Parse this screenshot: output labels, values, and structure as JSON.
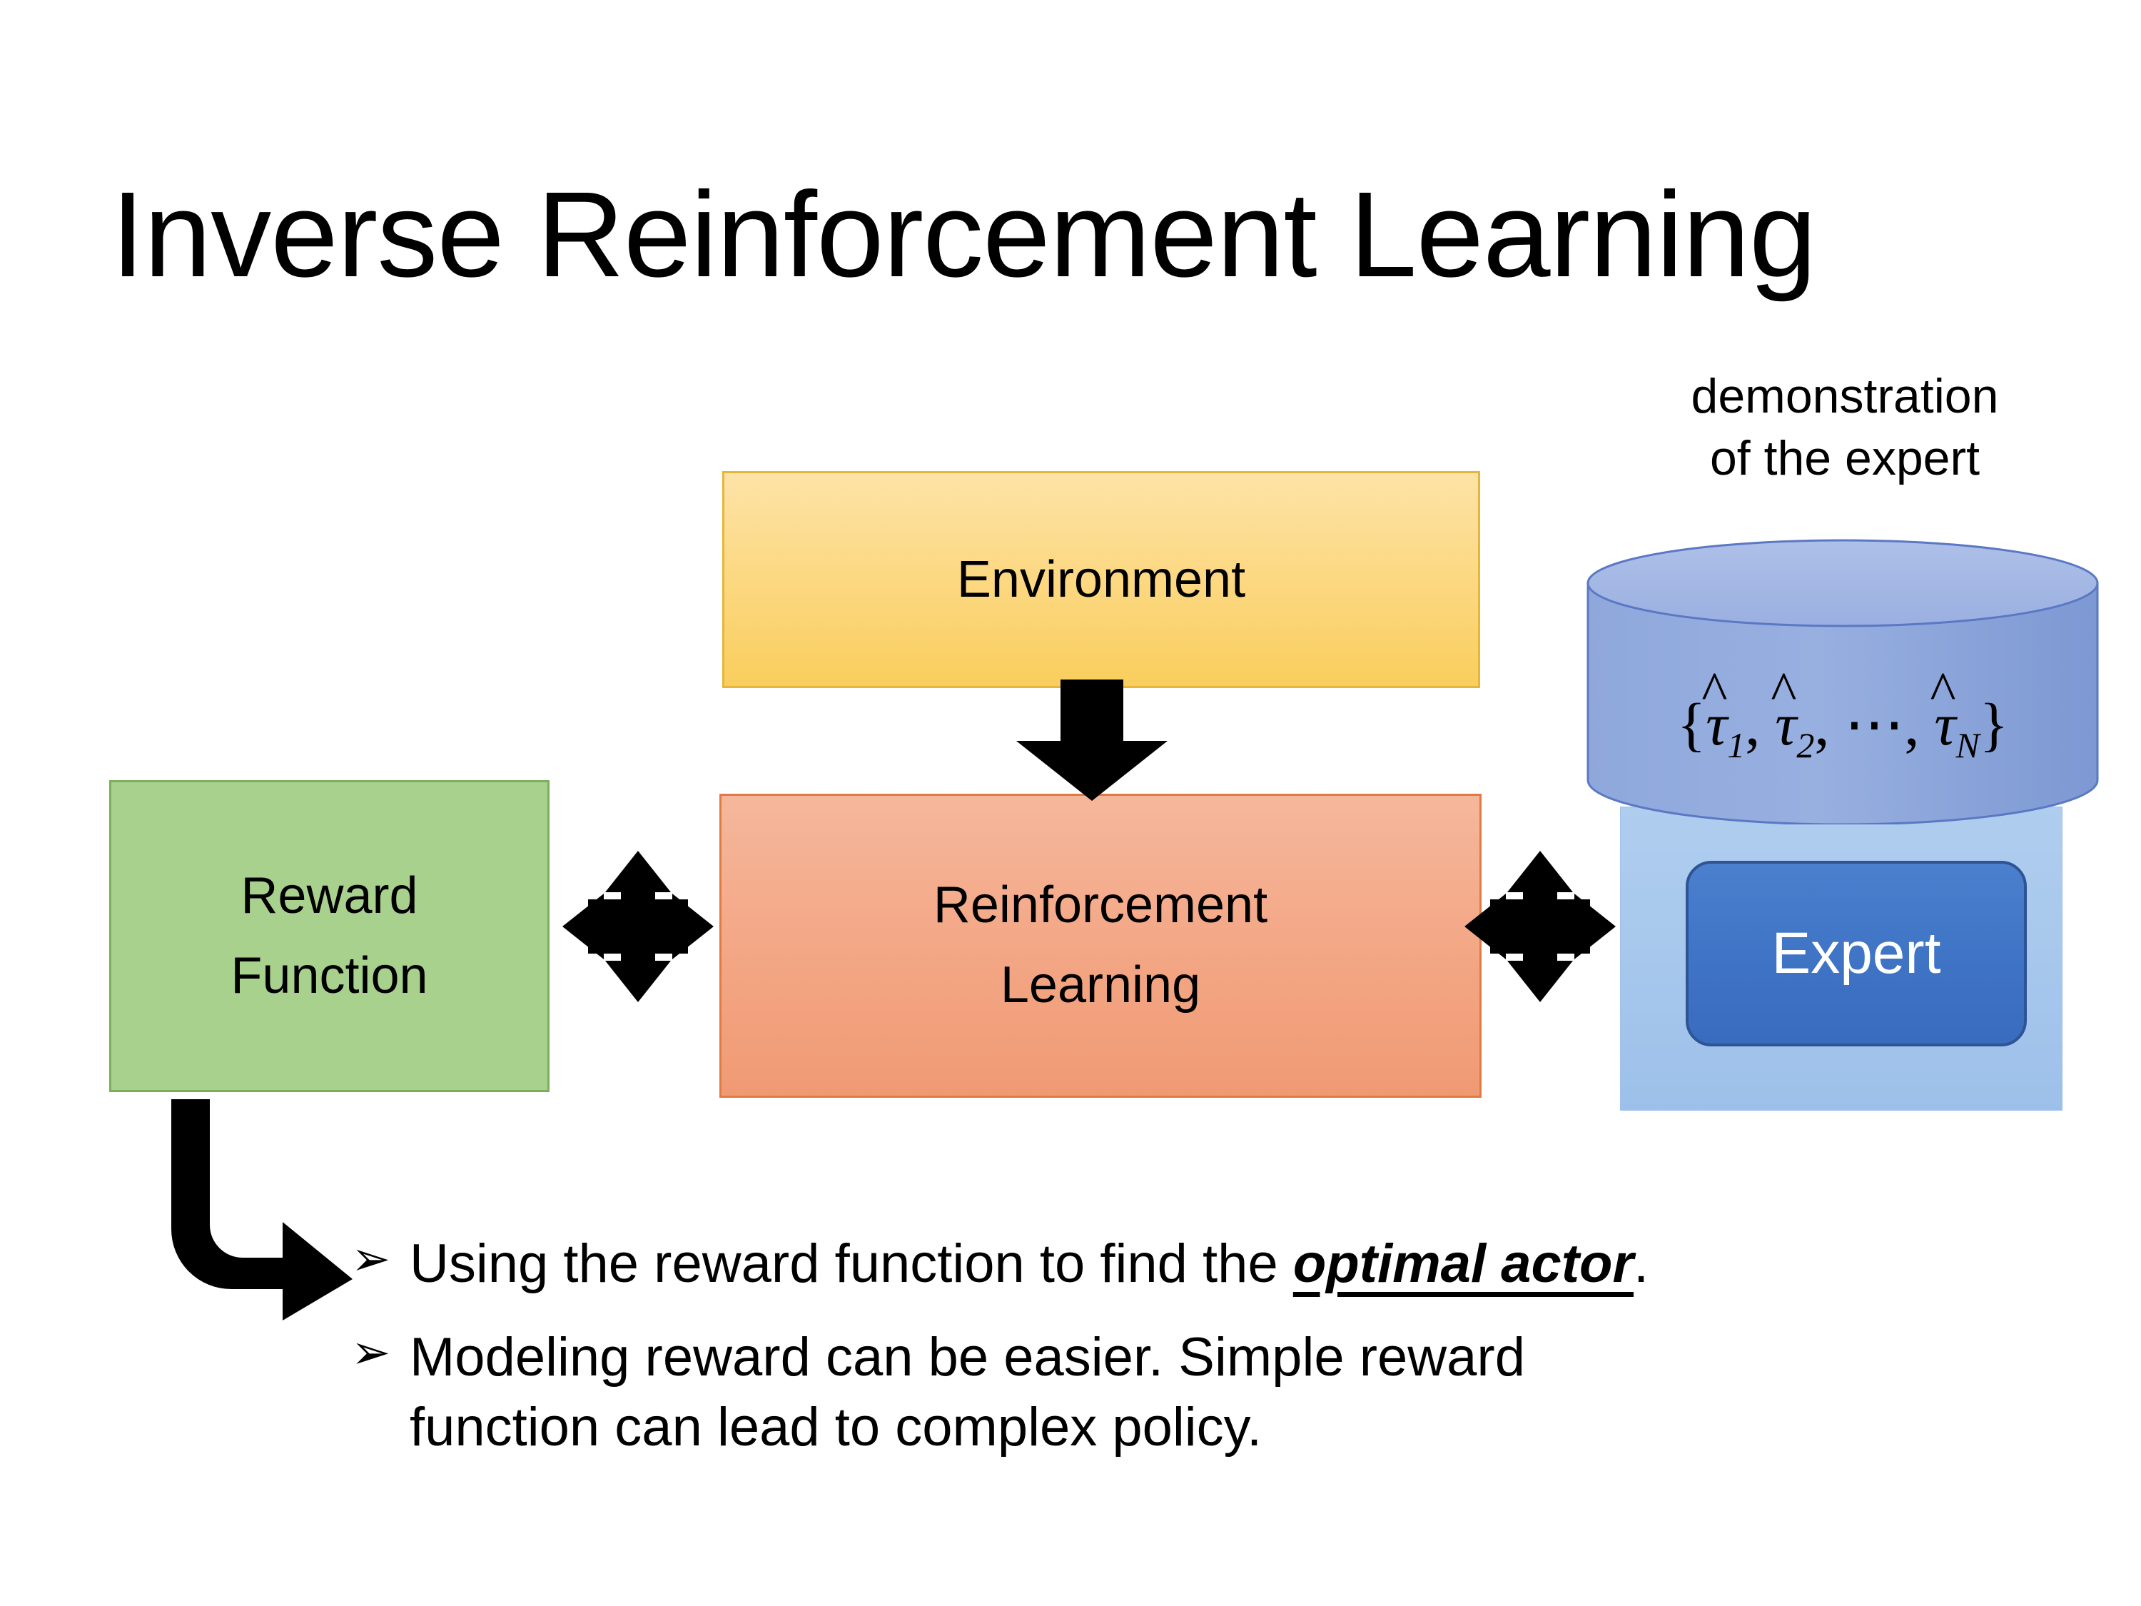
{
  "slide": {
    "title": "Inverse Reinforcement Learning",
    "background_color": "#FFFFFF"
  },
  "diagram": {
    "environment": {
      "label": "Environment",
      "fill_top": "#FDE3A7",
      "fill_bottom": "#F9CE5E",
      "border": "#E8B53B"
    },
    "reinforcement_learning": {
      "label_line1": "Reinforcement",
      "label_line2": "Learning",
      "fill_top": "#F5B79B",
      "fill_bottom": "#F09A74",
      "border": "#E07B43"
    },
    "reward_function": {
      "label_line1": "Reward",
      "label_line2": "Function",
      "fill": "#A9D18E",
      "border": "#7BAF5C"
    },
    "expert_group": {
      "caption_line1": "demonstration",
      "caption_line2": "of the expert",
      "cylinder_formula": "{τ̂₁, τ̂₂, ⋯ , τ̂N}",
      "cylinder_tokens": {
        "open_brace": "{",
        "tau": "τ",
        "hat": "^",
        "sub1": "1",
        "sub2": "2",
        "subN": "N",
        "comma": ",",
        "ellipsis": "⋯",
        "close_brace": "}"
      },
      "expert_label": "Expert",
      "panel_fill": "#A6C7EC",
      "cylinder_fill": "#8FA8DC",
      "expert_fill": "#3E72C4",
      "expert_border": "#2E5496",
      "expert_text_color": "#FFFFFF"
    },
    "arrows": {
      "environment_to_rl": "down-arrow",
      "reward_to_rl": "bidirectional-quad-arrow",
      "rl_to_expert": "bidirectional-quad-arrow",
      "reward_to_bullet": "bent-elbow-arrow",
      "color": "#000000"
    }
  },
  "bullets": [
    {
      "marker": "➢",
      "text_before": "Using the reward function to find the ",
      "emphasis": "optimal actor",
      "text_after": "."
    },
    {
      "marker": "➢",
      "text_line1": "Modeling reward can be easier. Simple reward",
      "text_line2": "function can lead to complex policy."
    }
  ]
}
